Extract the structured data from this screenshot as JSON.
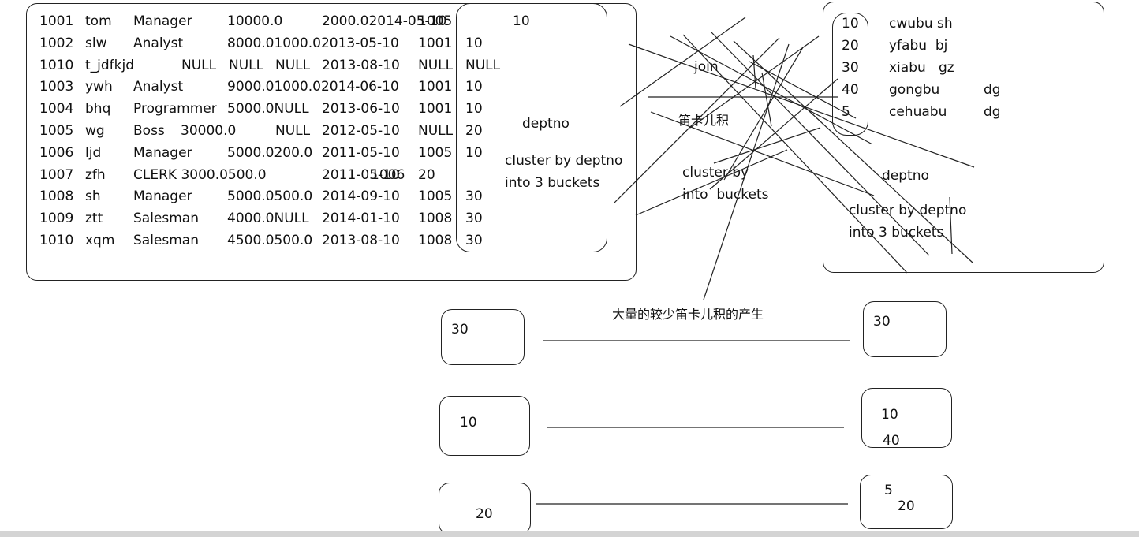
{
  "emp_rows": [
    [
      "1001",
      "tom",
      "Manager",
      "10000.0",
      "2000.02014-05-10",
      "1005",
      "10"
    ],
    [
      "1002",
      "slw",
      "Analyst",
      "8000.01000.02013-05-10",
      "",
      "1001",
      "10"
    ],
    [
      "1010",
      "t_jdfkjd",
      "NULL",
      "NULL",
      "NULL",
      "2013-08-10",
      "NULL",
      "NULL"
    ],
    [
      "1003",
      "ywh",
      "Analyst",
      "9000.01000.02014-06-10",
      "",
      "1001",
      "10"
    ],
    [
      "1004",
      "bhq",
      "Programmer",
      "5000.0NULL",
      "2013-06-10",
      "1001",
      "10"
    ],
    [
      "1005",
      "wg",
      "Boss",
      "30000.0",
      "NULL",
      "2012-05-10",
      "NULL",
      "20"
    ],
    [
      "1006",
      "ljd",
      "Manager",
      "5000.0200.0",
      "2011-05-10",
      "1005",
      "10"
    ],
    [
      "1007",
      "zfh",
      "CLERK 3000.0500.0",
      "2011-05-10",
      "1006",
      "20"
    ],
    [
      "1008",
      "sh",
      "Manager",
      "5000.0500.0",
      "2014-09-10",
      "1005",
      "30"
    ],
    [
      "1009",
      "ztt",
      "Salesman",
      "4000.0NULL",
      "2014-01-10",
      "1008",
      "30"
    ],
    [
      "1010",
      "xqm",
      "Salesman",
      "4500.0500.0",
      "2013-08-10",
      "1008",
      "30"
    ]
  ],
  "emp_notes": {
    "deptno": "deptno",
    "cluster": "cluster by deptno",
    "buckets": "into 3 buckets"
  },
  "middle": {
    "join": "join",
    "cartesian": "笛卡儿积",
    "cluster_by": "cluster by",
    "into_buckets": "into  buckets",
    "consequence": "大量的较少笛卡儿积的产生"
  },
  "dept_rows": [
    [
      "10",
      "cwubu sh",
      ""
    ],
    [
      "20",
      "yfabu  bj",
      ""
    ],
    [
      "30",
      "xiabu   gz",
      ""
    ],
    [
      "40",
      "gongbu",
      "dg"
    ],
    [
      "5",
      "cehuabu",
      "dg"
    ]
  ],
  "dept_notes": {
    "deptno": "deptno",
    "cluster": "cluster by deptno",
    "buckets": "into 3 buckets"
  },
  "buckets_left": [
    "30",
    "10",
    "20"
  ],
  "buckets_right": [
    [
      "30"
    ],
    [
      "10",
      "40"
    ],
    [
      "5",
      "20"
    ]
  ]
}
